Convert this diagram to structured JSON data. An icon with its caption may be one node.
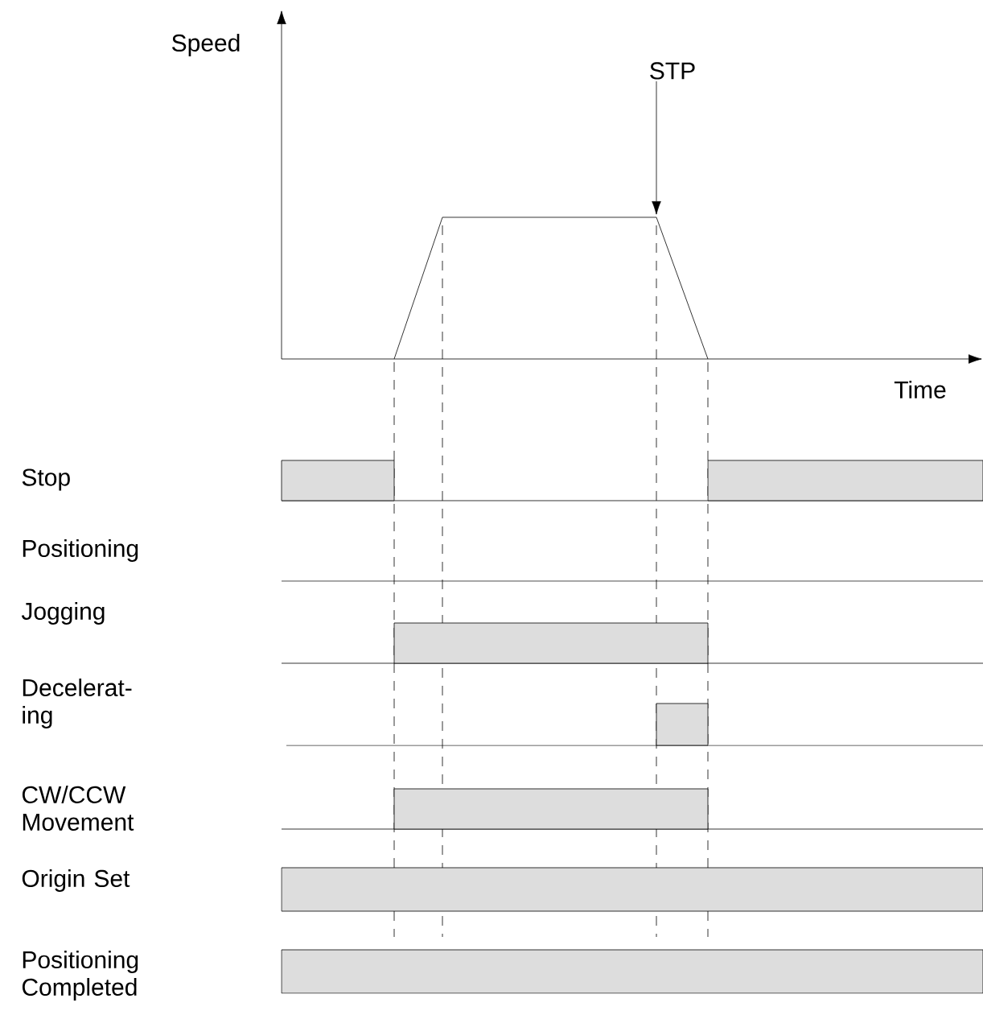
{
  "diagram": {
    "nodes": [
      {
        "text": [
          "STP"
        ]
      },
      {
        "text": [],
        "shape": "picture"
      }
    ],
    "edges": [
      {
        "from": 0,
        "to": 1,
        "arrow": "to"
      }
    ],
    "labels": [
      "Speed",
      "Time",
      "Stop",
      "Positioning",
      "Jogging",
      "Decelerat-ing",
      "CW/CCW Movement",
      "Origin Set",
      "Positioning Completed"
    ]
  }
}
